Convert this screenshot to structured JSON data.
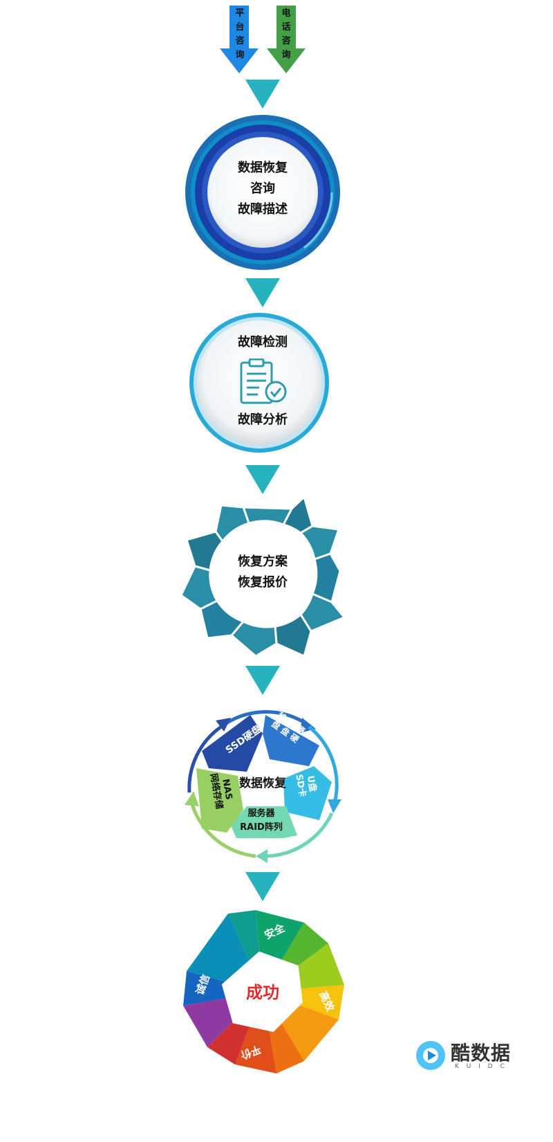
{
  "entry": {
    "platform_chars": [
      "平",
      "台",
      "咨",
      "询"
    ],
    "phone_chars": [
      "电",
      "话",
      "咨",
      "询"
    ],
    "platform_color": "#1e88e5",
    "phone_color": "#43a047"
  },
  "steps": {
    "consult": {
      "lines": [
        "数据恢复",
        "咨询",
        "故障描述"
      ]
    },
    "detect": {
      "top": "故障检测",
      "bottom": "故障分析",
      "icon": "clipboard-check-icon"
    },
    "plan": {
      "lines": [
        "恢复方案",
        "恢复报价"
      ]
    },
    "recover": {
      "center": "数据恢复",
      "segments": {
        "ssd": "SSD硬盘",
        "mobile": [
          "移",
          "动",
          "硬",
          "盘",
          "盘",
          "硬"
        ],
        "usd": [
          "U盘",
          "SD卡"
        ],
        "raid": [
          "服务器",
          "RAID阵列"
        ],
        "nas": [
          "NAS",
          "网络存储"
        ]
      }
    },
    "success": {
      "center": "成功",
      "labels": {
        "safe": "安全",
        "efficient": "高效",
        "fair": "平价",
        "honest": "诚信"
      }
    }
  },
  "watermark": {
    "brand": "酷数据",
    "sub": "K U I D C"
  },
  "colors": {
    "teal_arrow": "#26b3bf",
    "ring_blue": "#1a5fb4",
    "gear_teal": "#2a8fa6"
  }
}
